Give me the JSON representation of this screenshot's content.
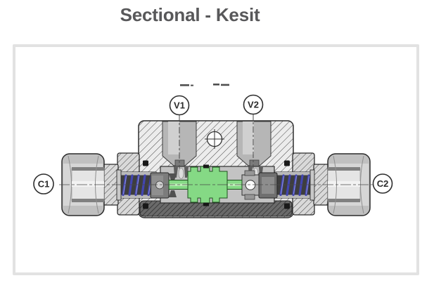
{
  "title": "Sectional - Kesit",
  "diagram": {
    "kind": "valve-sectional-cross-section",
    "labels": {
      "c1": "C1",
      "c2": "C2",
      "v1": "V1",
      "v2": "V2"
    },
    "colors": {
      "title_text": "#58585a",
      "panel_border": "#e2e2e2",
      "shuttle_green": "#85d985",
      "spring_blue": "#4245b0",
      "metal_light": "#e9e9e9",
      "metal_dark": "#5f5f5f",
      "outline": "#2e2e2e"
    }
  }
}
